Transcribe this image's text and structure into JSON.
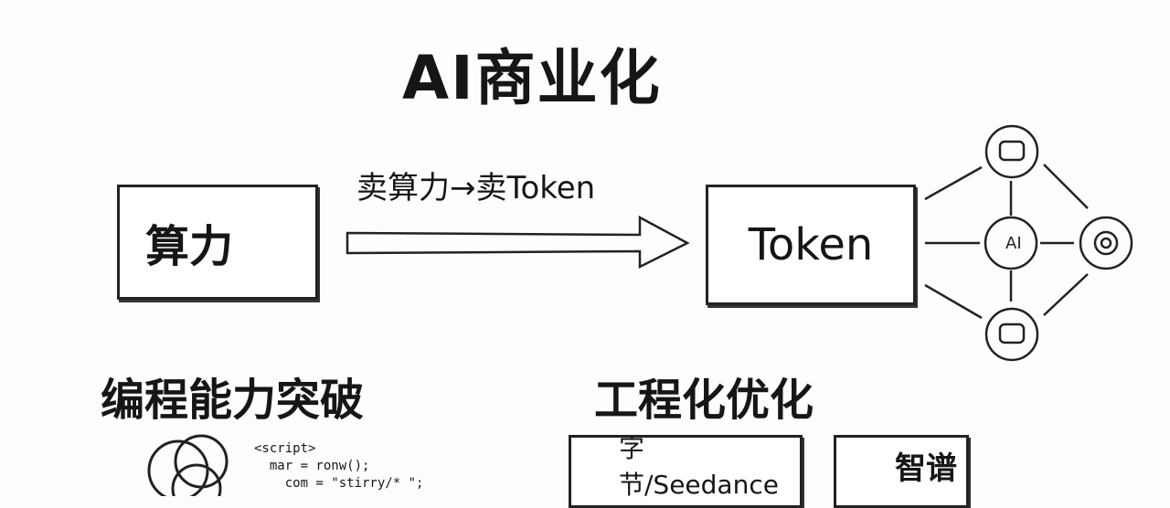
{
  "title": "AI商业化",
  "flow": {
    "label": "卖算力→卖Token",
    "source": "算力",
    "target": "Token",
    "ai_node": "AI"
  },
  "sections": [
    {
      "heading": "编程能力突破",
      "code_lines": [
        "<script>",
        "  mar = ronw();",
        "    com = \"stirry/* \";"
      ]
    },
    {
      "heading": "工程化优化",
      "badges": [
        "字节/Seedance",
        "智谱"
      ]
    }
  ],
  "colors": {
    "ink": "#161616",
    "zhipu_blue": "#3a5fd0"
  }
}
